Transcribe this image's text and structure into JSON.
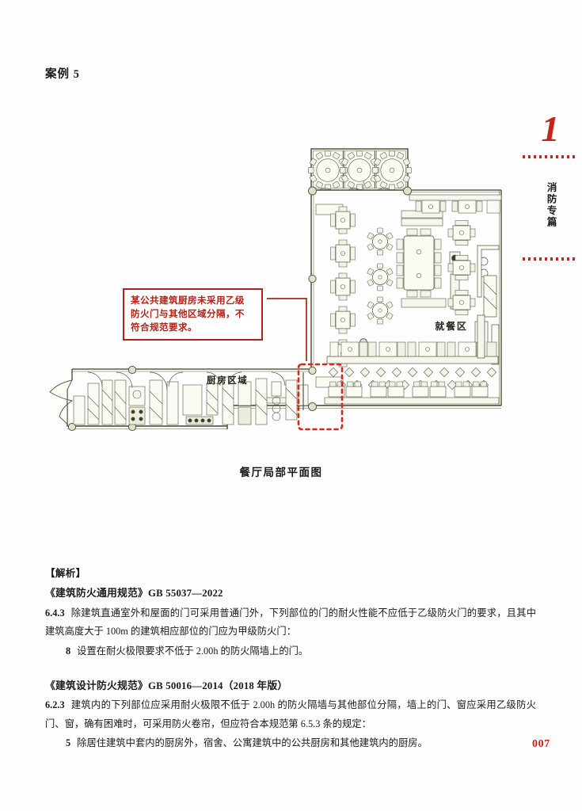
{
  "page": {
    "case_title": "案例 5",
    "page_number": "007",
    "accent_color": "#c0261c",
    "annotation_color": "#b02318"
  },
  "chapter_rail": {
    "number": "1",
    "label": "消防专篇"
  },
  "figure": {
    "caption": "餐厅局部平面图",
    "labels": {
      "kitchen_zone": "厨房区域",
      "dining_zone": "就餐区"
    },
    "annotation": {
      "text": "某公共建筑厨房未采用乙级防火门与其他区域分隔，不符合规范要求。",
      "lines": [
        "某公共建筑厨房未采用乙级",
        "防火门与其他区域分隔，不",
        "符合规范要求。"
      ],
      "highlight_shape": "red-dashed-rectangle",
      "leader_line": "elbow-right-down"
    }
  },
  "analysis": {
    "heading": "【解析】",
    "entries": [
      {
        "standard": "《建筑防火通用规范》GB 55037—2022",
        "clause_number": "6.4.3",
        "clause_text": "除建筑直通室外和屋面的门可采用普通门外，下列部位的门的耐火性能不应低于乙级防火门的要求，且其中建筑高度大于 100m 的建筑相应部位的门应为甲级防火门：",
        "sub_number": "8",
        "sub_text": "设置在耐火极限要求不低于 2.00h 的防火隔墙上的门。"
      },
      {
        "standard": "《建筑设计防火规范》GB 50016—2014（2018 年版）",
        "clause_number": "6.2.3",
        "clause_text": "建筑内的下列部位应采用耐火极限不低于 2.00h 的防火隔墙与其他部位分隔，墙上的门、窗应采用乙级防火门、窗，确有困难时，可采用防火卷帘，但应符合本规范第 6.5.3 条的规定：",
        "sub_number": "5",
        "sub_text": "除居住建筑中套内的厨房外，宿舍、公寓建筑中的公共厨房和其他建筑内的厨房。"
      }
    ]
  }
}
